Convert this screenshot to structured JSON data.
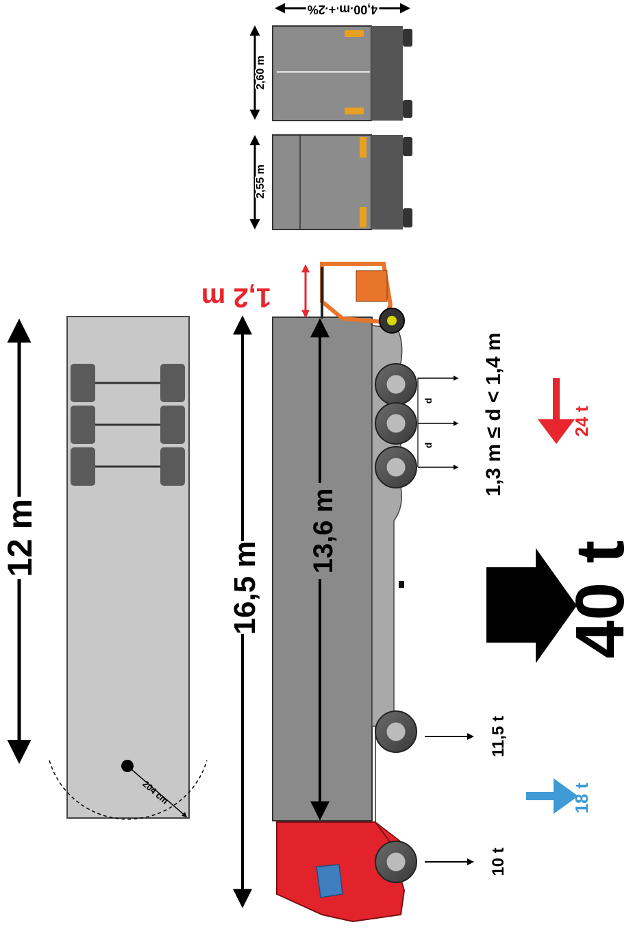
{
  "labels": {
    "trailer_length": "12 m",
    "total_length": "16,5 m",
    "load_length": "13,6 m",
    "overhang": "1,2 m",
    "width_rear": "2,55 m",
    "width_front": "2,60 m",
    "height": "4,00 m + 2%",
    "axle_spacing": "1,3 m ≤ d < 1,4 m",
    "axle_gap_1": "d",
    "axle_gap_2": "d",
    "tridem_load": "24 t",
    "front_axle_load": "10 t",
    "drive_axle_load": "11,5 t",
    "tractor_load": "18 t",
    "total_weight": "40 t",
    "turning_radius": "204 cm"
  },
  "colors": {
    "red_accent": "#e8262e",
    "blue_accent": "#3f9ad6",
    "trailer_grey": "#8a8a8a",
    "plan_grey": "#c8c8c8",
    "cab_red": "#e3232b",
    "forklift_orange": "#e8752a"
  }
}
